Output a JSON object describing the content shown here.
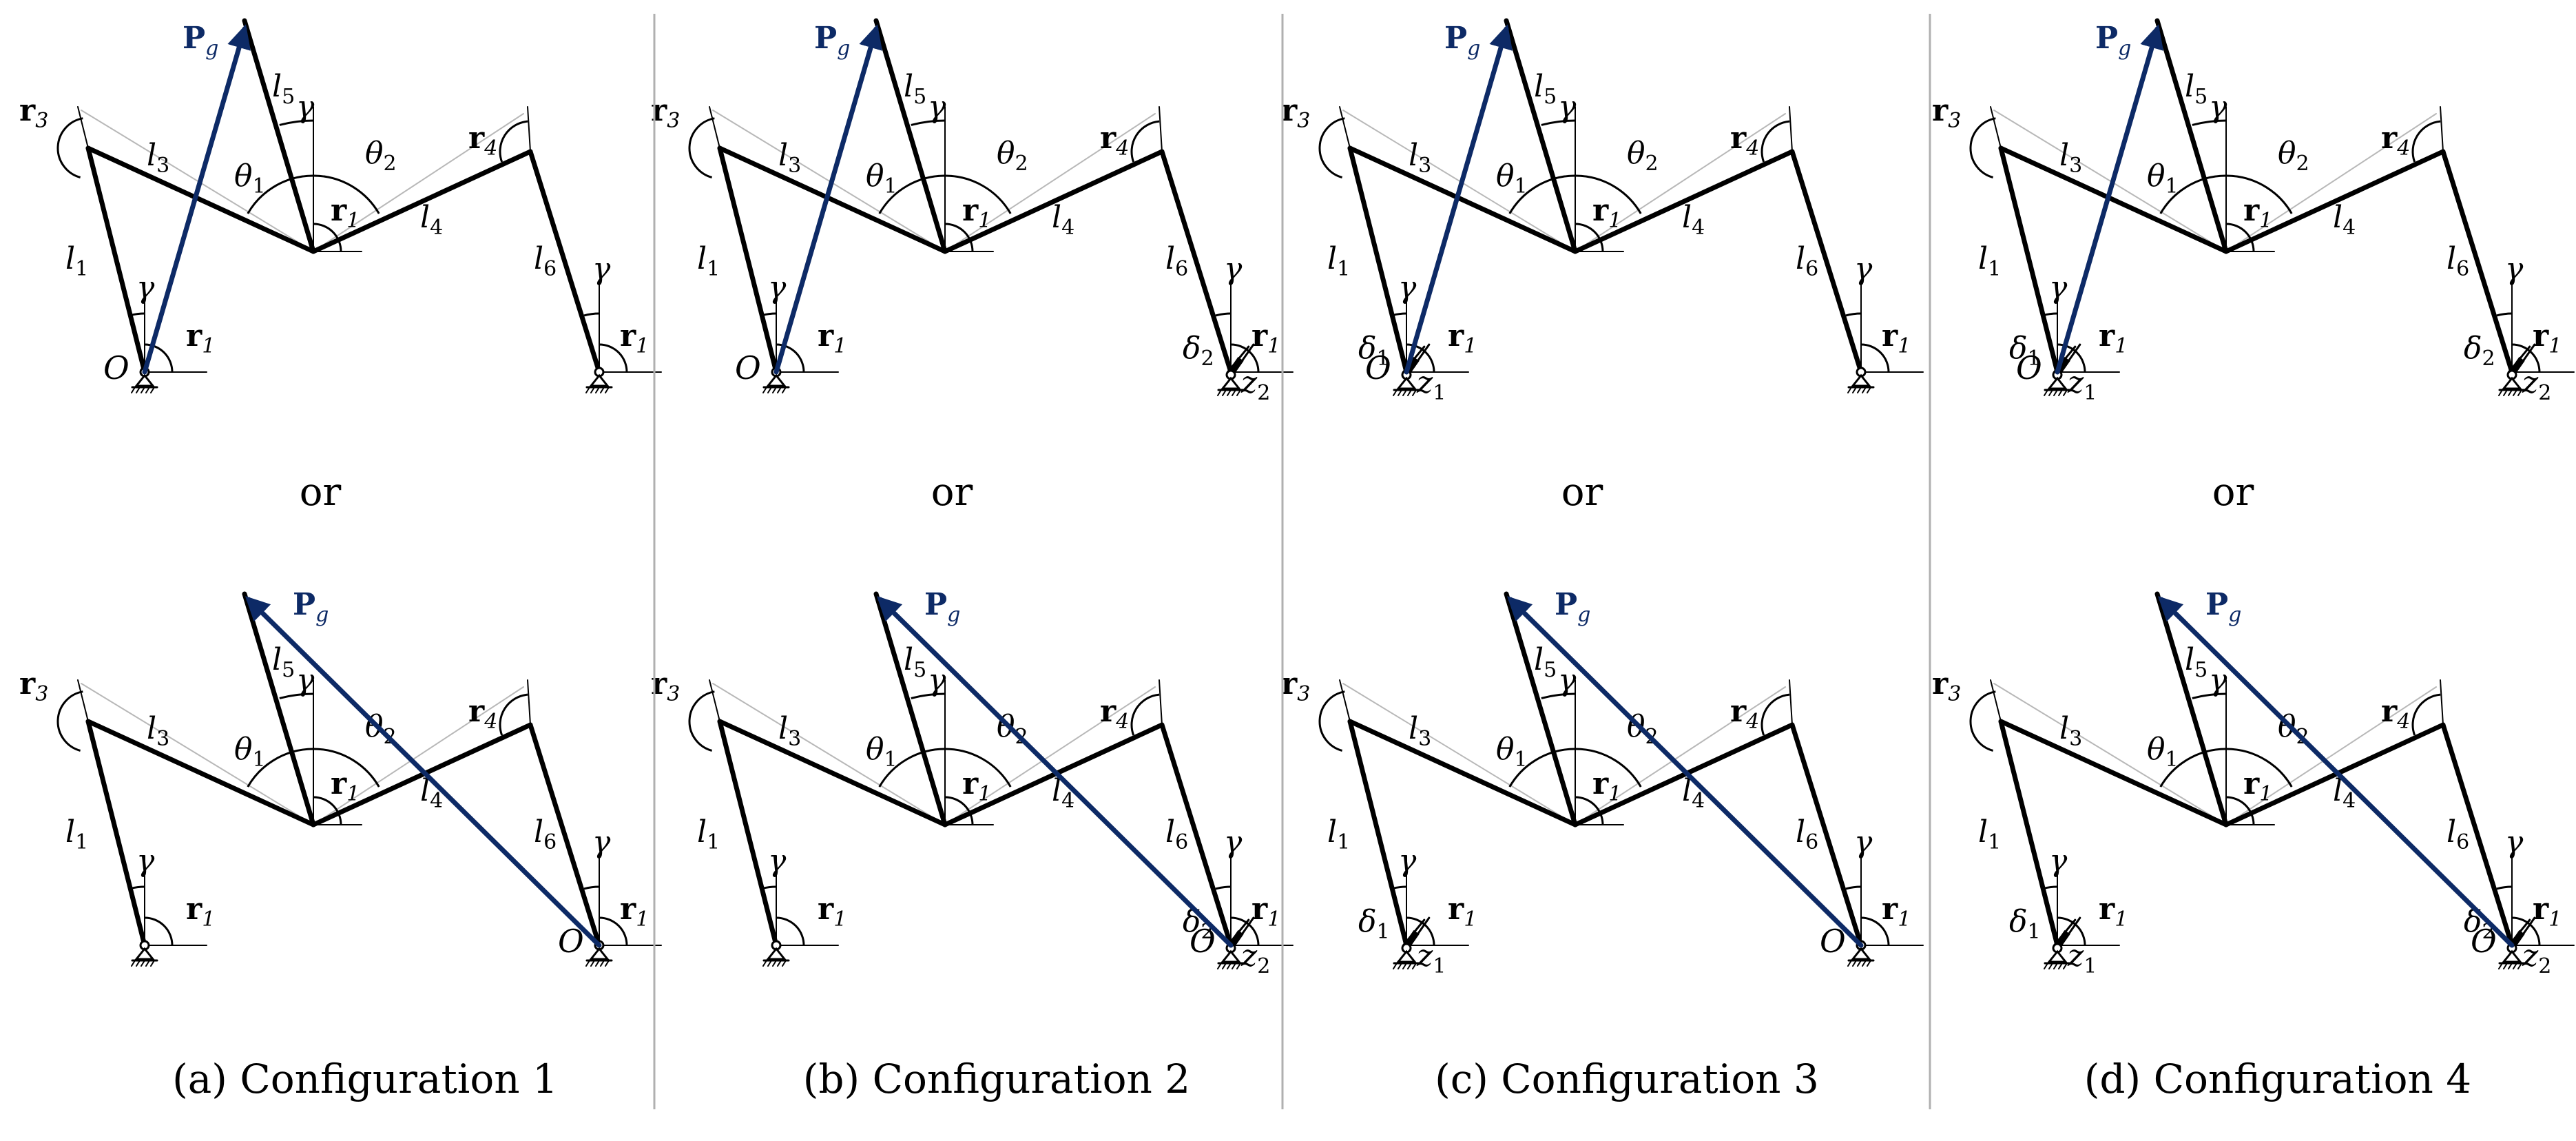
{
  "labels": {
    "or": "or",
    "vector": "P",
    "vector_sub": "g",
    "origin": "O",
    "r1": "r",
    "r1_sub": "1",
    "r3": "r",
    "r3_sub": "3",
    "r4": "r",
    "r4_sub": "4",
    "l1": "l",
    "l1_sub": "1",
    "l3": "l",
    "l3_sub": "3",
    "l4": "l",
    "l4_sub": "4",
    "l5": "l",
    "l5_sub": "5",
    "l6": "l",
    "l6_sub": "6",
    "theta1": "θ",
    "theta1_sub": "1",
    "theta2": "θ",
    "theta2_sub": "2",
    "gamma": "γ",
    "delta1": "δ",
    "delta1_sub": "1",
    "delta2": "δ",
    "delta2_sub": "2",
    "z1": "z",
    "z1_sub": "1",
    "z2": "z",
    "z2_sub": "2"
  },
  "panels": [
    {
      "caption": "(a) Configuration 1",
      "left": "pin",
      "right": "pin"
    },
    {
      "caption": "(b) Configuration 2",
      "left": "pin",
      "right": "slider"
    },
    {
      "caption": "(c) Configuration 3",
      "left": "slider",
      "right": "pin"
    },
    {
      "caption": "(d) Configuration 4",
      "left": "slider",
      "right": "slider"
    }
  ],
  "colors": {
    "vector": "#0d2a66",
    "link": "#000000",
    "construction": "#b8b8b8",
    "divider": "#b0b0b0"
  }
}
